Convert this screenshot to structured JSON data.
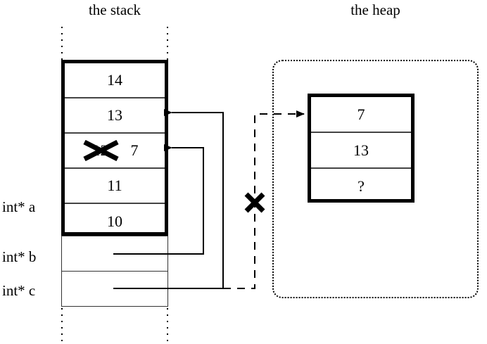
{
  "diagram": {
    "titles": {
      "stack": "the stack",
      "heap": "the heap"
    },
    "stack": {
      "frame_cells": [
        {
          "value": "14"
        },
        {
          "value": "13"
        },
        {
          "old_value": "12",
          "new_value": "7",
          "crossed_out": true
        },
        {
          "value": "11"
        },
        {
          "value": "10"
        }
      ],
      "variables": [
        {
          "label": "int* a"
        },
        {
          "label": "int* b"
        },
        {
          "label": "int* c"
        }
      ]
    },
    "heap": {
      "cells": [
        {
          "value": "7"
        },
        {
          "value": "13"
        },
        {
          "value": "?"
        }
      ]
    },
    "markers": {
      "stack_cross_label": "cross-out-mark",
      "heap_pointer_cross_label": "invalidated-pointer-cross"
    },
    "colors": {
      "ink": "#000000",
      "thin_rule": "#444444",
      "background": "#ffffff"
    }
  }
}
